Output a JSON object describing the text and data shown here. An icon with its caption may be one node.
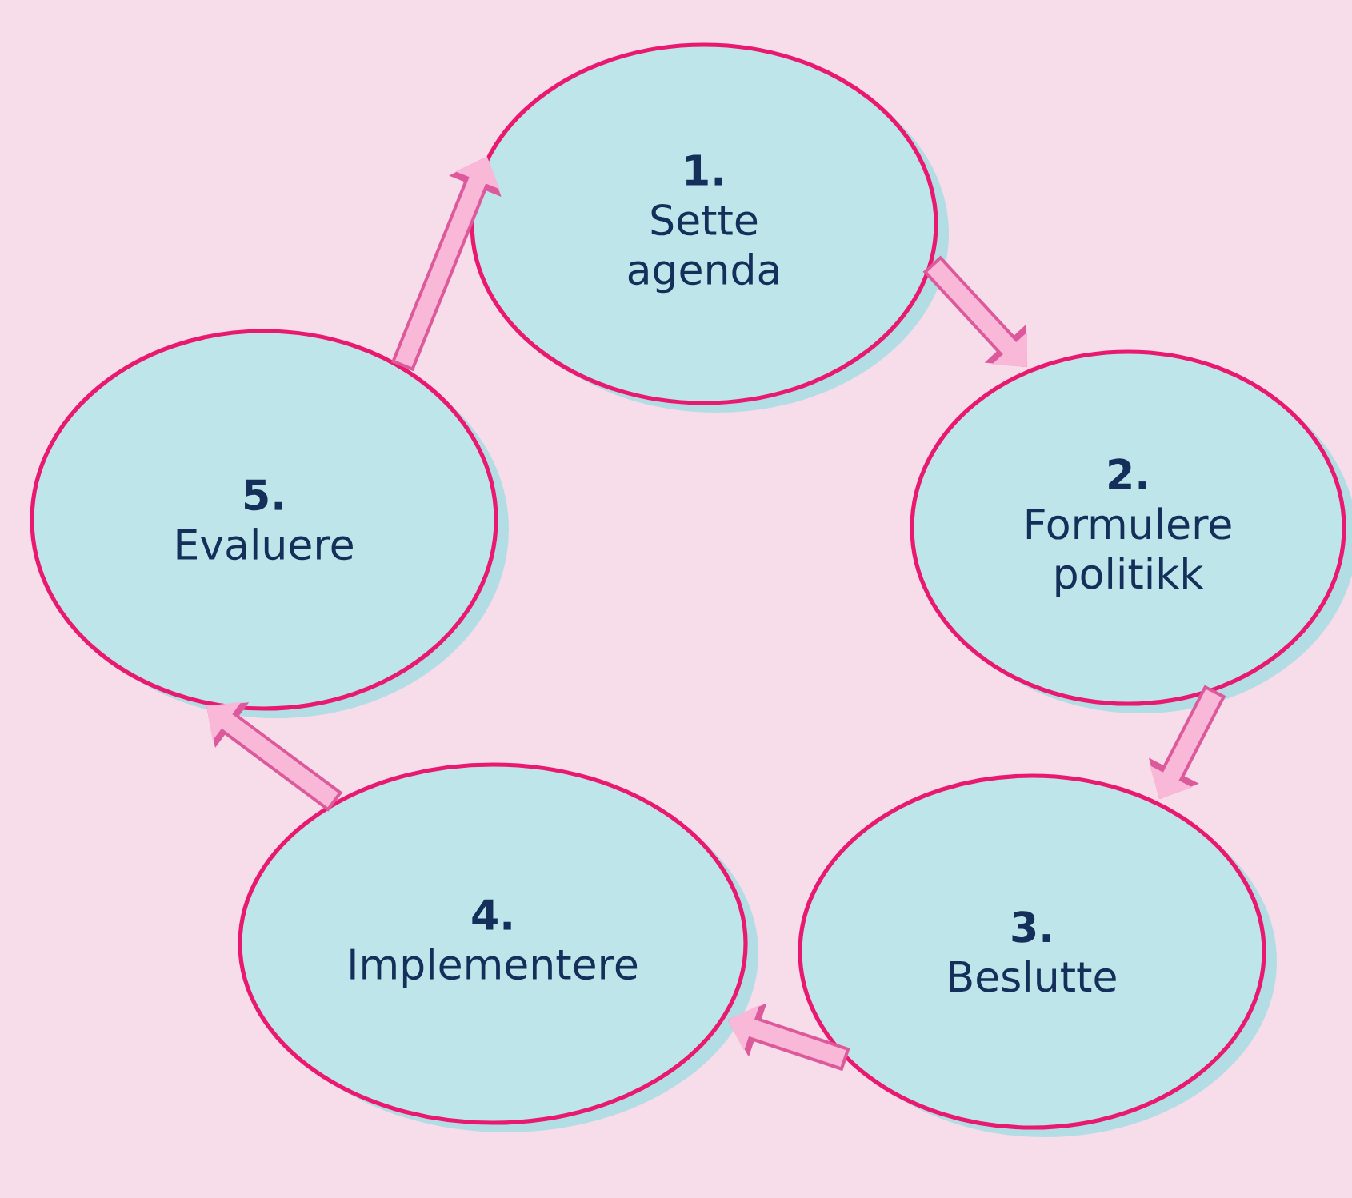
{
  "diagram": {
    "nodes": [
      {
        "text": [
          "1.",
          "Sette agenda"
        ]
      },
      {
        "text": [
          "2.",
          "Formulere politikk"
        ]
      },
      {
        "text": [
          "3.",
          "Beslutte"
        ]
      },
      {
        "text": [
          "4.",
          "Implementere"
        ]
      },
      {
        "text": [
          "5.",
          "Evaluere"
        ]
      }
    ],
    "edges": [
      {
        "from": 0,
        "to": 1,
        "arrow": "to"
      },
      {
        "from": 1,
        "to": 2,
        "arrow": "to"
      },
      {
        "from": 2,
        "to": 3,
        "arrow": "to"
      },
      {
        "from": 3,
        "to": 4,
        "arrow": "to"
      },
      {
        "from": 4,
        "to": 0,
        "arrow": "to"
      }
    ]
  }
}
